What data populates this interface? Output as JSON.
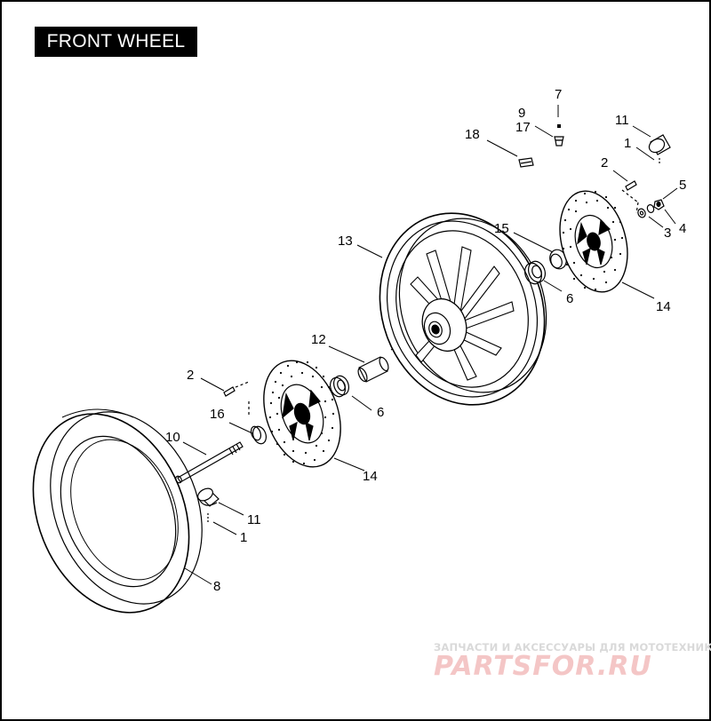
{
  "title": "FRONT WHEEL",
  "callouts": {
    "c1a": "1",
    "c1b": "1",
    "c2a": "2",
    "c2b": "2",
    "c3": "3",
    "c4": "4",
    "c5": "5",
    "c6a": "6",
    "c6b": "6",
    "c7": "7",
    "c8": "8",
    "c9": "9",
    "c10": "10",
    "c11a": "11",
    "c11b": "11",
    "c12": "12",
    "c13": "13",
    "c14a": "14",
    "c14b": "14",
    "c15": "15",
    "c16": "16",
    "c17": "17",
    "c18": "18"
  },
  "watermark": {
    "tagline": "ЗАПЧАСТИ И АКСЕССУАРЫ ДЛЯ МОТОТЕХНИКИ",
    "logo_text": "PARTSFOR.RU",
    "color": "#f4c6c6"
  }
}
